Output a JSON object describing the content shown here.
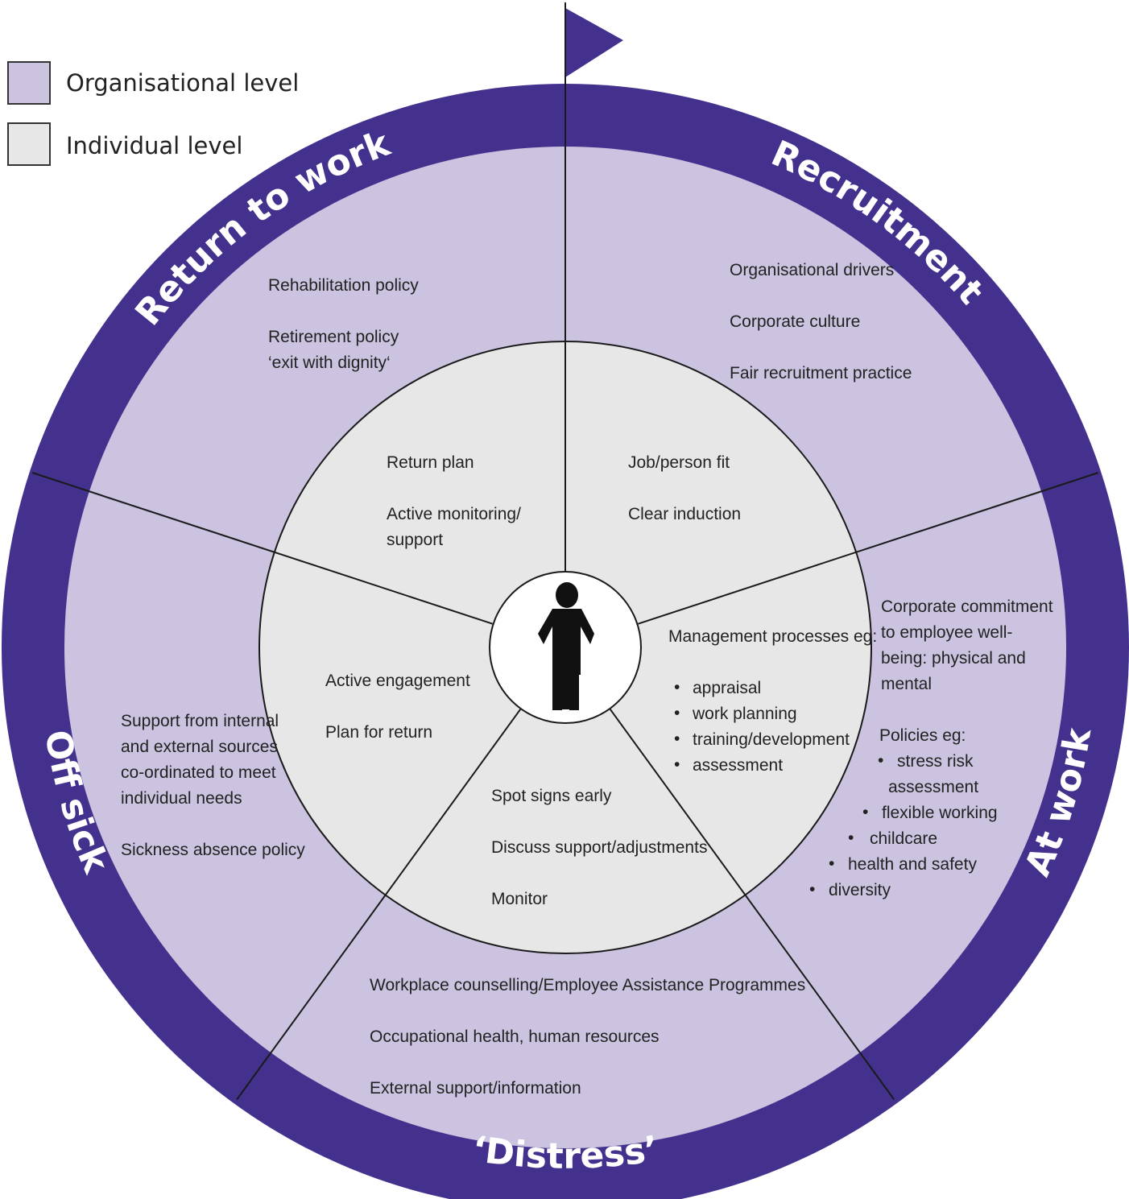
{
  "colors": {
    "ring": "#44318e",
    "organisational": "#cbc3df",
    "individual": "#e7e7e8",
    "line": "#1a1a1a"
  },
  "legend": {
    "organisational": "Organisational level",
    "individual": "Individual level"
  },
  "center_icon": "person-icon",
  "direction_icon": "triangle-right-icon",
  "stages": {
    "recruitment": {
      "title": "Recruitment",
      "organisational": [
        "Organisational drivers",
        "Corporate culture",
        "Fair recruitment practice"
      ],
      "individual": [
        "Job/person fit",
        "Clear induction"
      ]
    },
    "at_work": {
      "title": "At work",
      "organisational": [
        "Corporate commitment",
        "to employee well-",
        "being: physical and",
        "mental",
        "Policies eg:",
        "stress risk",
        "assessment",
        "flexible working",
        "childcare",
        "health and safety",
        "diversity"
      ],
      "individual": [
        "Management processes eg:",
        "appraisal",
        "work planning",
        "training/development",
        "assessment"
      ]
    },
    "distress": {
      "title": "‘Distress’",
      "organisational": [
        "Workplace counselling/Employee Assistance Programmes",
        "Occupational health, human resources",
        "External support/information"
      ],
      "individual": [
        "Spot signs early",
        "Discuss support/adjustments",
        "Monitor"
      ]
    },
    "off_sick": {
      "title": "Off sick",
      "organisational": [
        "Support from internal",
        "and external sources",
        "co-ordinated to meet",
        "individual needs",
        "Sickness absence policy"
      ],
      "individual": [
        "Active engagement",
        "Plan for return"
      ]
    },
    "return_to_work": {
      "title": "Return to work",
      "organisational": [
        "Rehabilitation policy",
        "Retirement policy",
        "‘exit with dignity‘"
      ],
      "individual": [
        "Return plan",
        "Active monitoring/",
        "support"
      ]
    }
  }
}
